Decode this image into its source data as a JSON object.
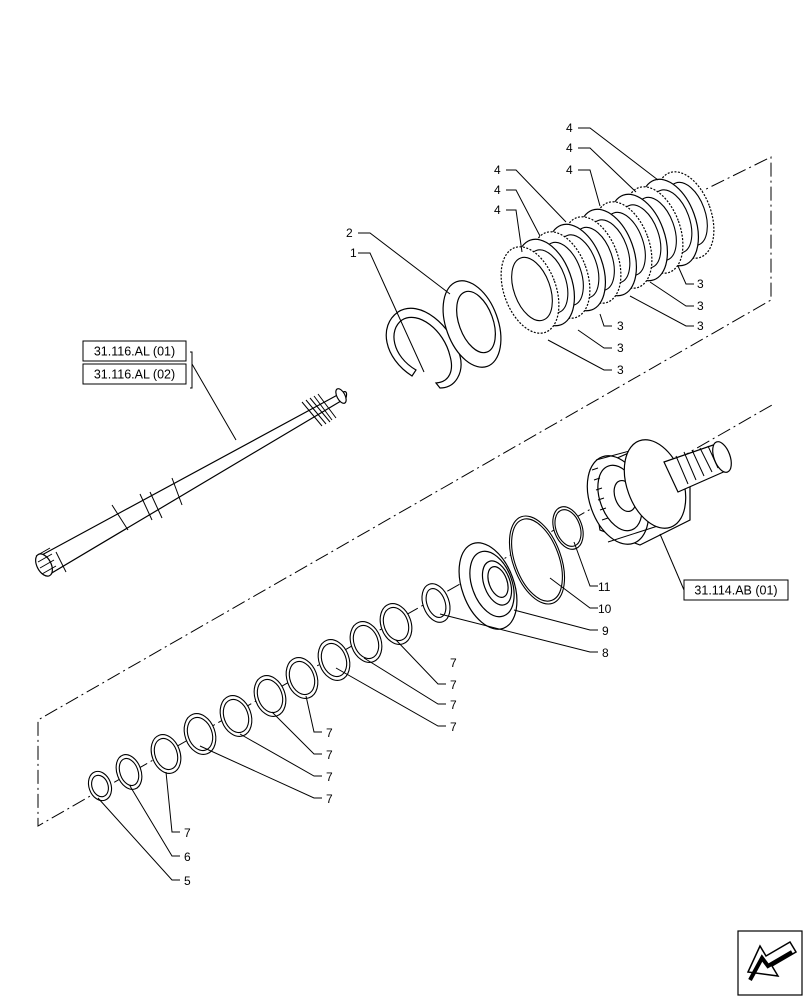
{
  "references": {
    "shaft_ref_1": "31.116.AL (01)",
    "shaft_ref_2": "31.116.AL (02)",
    "housing_ref": "31.114.AB (01)"
  },
  "callouts": [
    {
      "id": "c1",
      "label": "1"
    },
    {
      "id": "c2",
      "label": "2"
    },
    {
      "id": "c3a",
      "label": "3"
    },
    {
      "id": "c3b",
      "label": "3"
    },
    {
      "id": "c3c",
      "label": "3"
    },
    {
      "id": "c3d",
      "label": "3"
    },
    {
      "id": "c3e",
      "label": "3"
    },
    {
      "id": "c3f",
      "label": "3"
    },
    {
      "id": "c4a",
      "label": "4"
    },
    {
      "id": "c4b",
      "label": "4"
    },
    {
      "id": "c4c",
      "label": "4"
    },
    {
      "id": "c4d",
      "label": "4"
    },
    {
      "id": "c4e",
      "label": "4"
    },
    {
      "id": "c4f",
      "label": "4"
    },
    {
      "id": "c5",
      "label": "5"
    },
    {
      "id": "c6",
      "label": "6"
    },
    {
      "id": "c7a",
      "label": "7"
    },
    {
      "id": "c7b",
      "label": "7"
    },
    {
      "id": "c7c",
      "label": "7"
    },
    {
      "id": "c7d",
      "label": "7"
    },
    {
      "id": "c7e",
      "label": "7"
    },
    {
      "id": "c7f",
      "label": "7"
    },
    {
      "id": "c7g",
      "label": "7"
    },
    {
      "id": "c7h",
      "label": "7"
    },
    {
      "id": "c7i",
      "label": "7"
    },
    {
      "id": "c8",
      "label": "8"
    },
    {
      "id": "c9",
      "label": "9"
    },
    {
      "id": "c10",
      "label": "10"
    },
    {
      "id": "c11",
      "label": "11"
    }
  ],
  "icons": {
    "nav": "arrow-next-icon"
  }
}
